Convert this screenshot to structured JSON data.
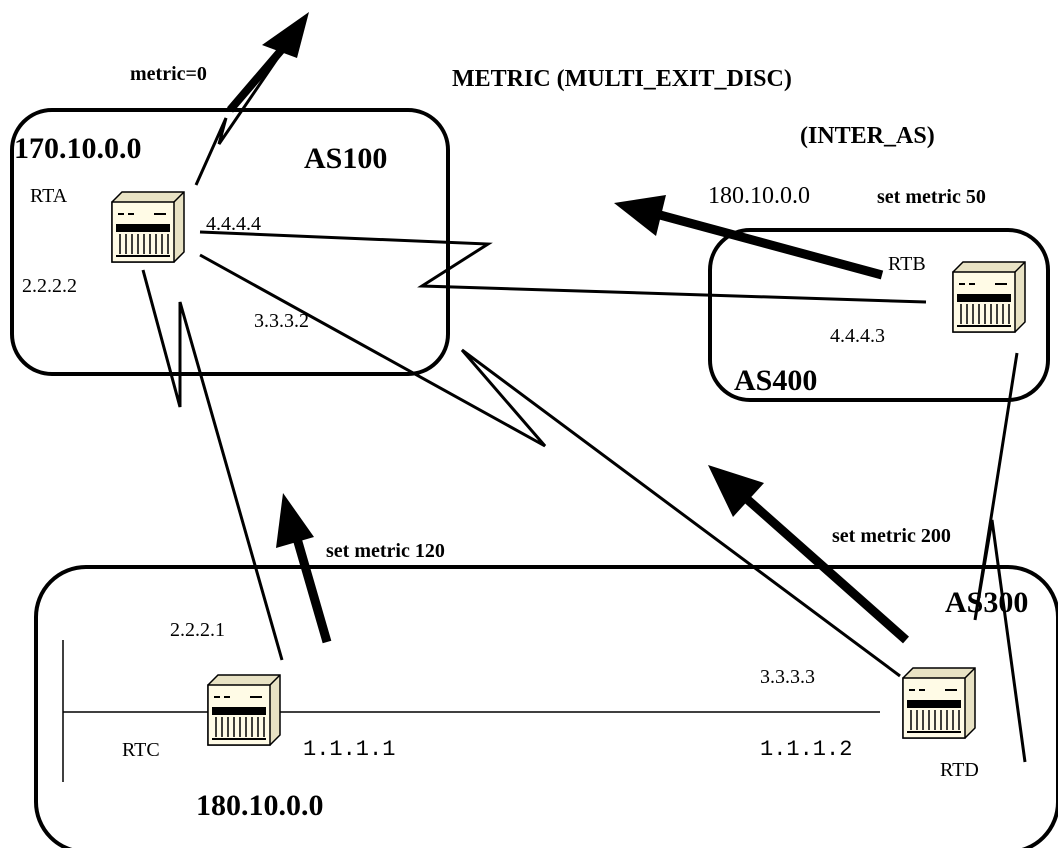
{
  "title": "METRIC (MULTI_EXIT_DISC)",
  "subtitle": "(INTER_AS)",
  "autonomous_systems": [
    {
      "name": "AS100"
    },
    {
      "name": "AS400"
    },
    {
      "name": "AS300"
    }
  ],
  "routers": {
    "rta": {
      "name": "RTA"
    },
    "rtb": {
      "name": "RTB"
    },
    "rtc": {
      "name": "RTC"
    },
    "rtd": {
      "name": "RTD"
    }
  },
  "networks": {
    "as100_net": "170.10.0.0",
    "advertised_net": "180.10.0.0",
    "as300_net": "180.10.0.0"
  },
  "addresses": {
    "rta_to_rtb": "4.4.4.4",
    "rta_to_rtc": "2.2.2.2",
    "rta_to_rtd": "3.3.3.2",
    "rtb_to_rta": "4.4.4.3",
    "rtc_to_rta": "2.2.2.1",
    "rtd_to_rta": "3.3.3.3",
    "rtc_lan": "1.1.1.1",
    "rtd_lan": "1.1.1.2"
  },
  "metrics": {
    "rta_out": "metric=0",
    "rtb_set": "set metric 50",
    "rtc_set": "set metric 120",
    "rtd_set": "set metric 200"
  }
}
